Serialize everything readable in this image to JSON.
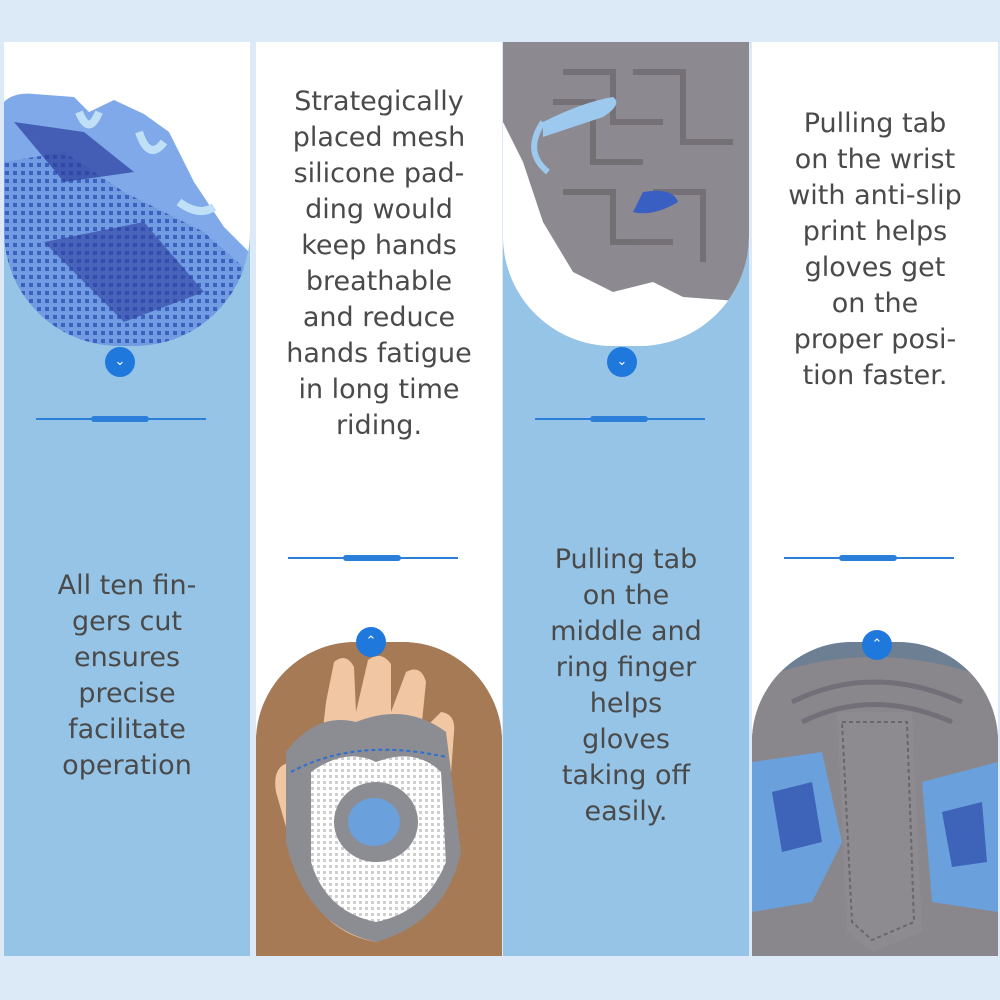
{
  "panels": [
    {
      "caption": "All ten fin-\ngers cut\nensures\nprecise\nfacilitate\noperation"
    },
    {
      "caption": "Strategically\nplaced mesh\nsilicone pad-\nding would\nkeep hands\nbreathable\nand reduce\nhands fatigue\nin long time\nriding."
    },
    {
      "caption": "Pulling tab\non the\nmiddle and\nring finger\nhelps\ngloves\ntaking off\neasily."
    },
    {
      "caption": "Pulling tab\non the wrist\nwith anti-slip\nprint helps\ngloves get\non the\nproper posi-\ntion faster."
    }
  ],
  "icons": {
    "down": "chevron-down-icon",
    "up": "chevron-up-icon"
  },
  "colors": {
    "page_bg": "#dce9f6",
    "panel_blue": "#95c4e6",
    "accent": "#1f78dc",
    "text": "#4a4a4a"
  },
  "chevrons": {
    "down": "⌄",
    "up": "⌃"
  }
}
